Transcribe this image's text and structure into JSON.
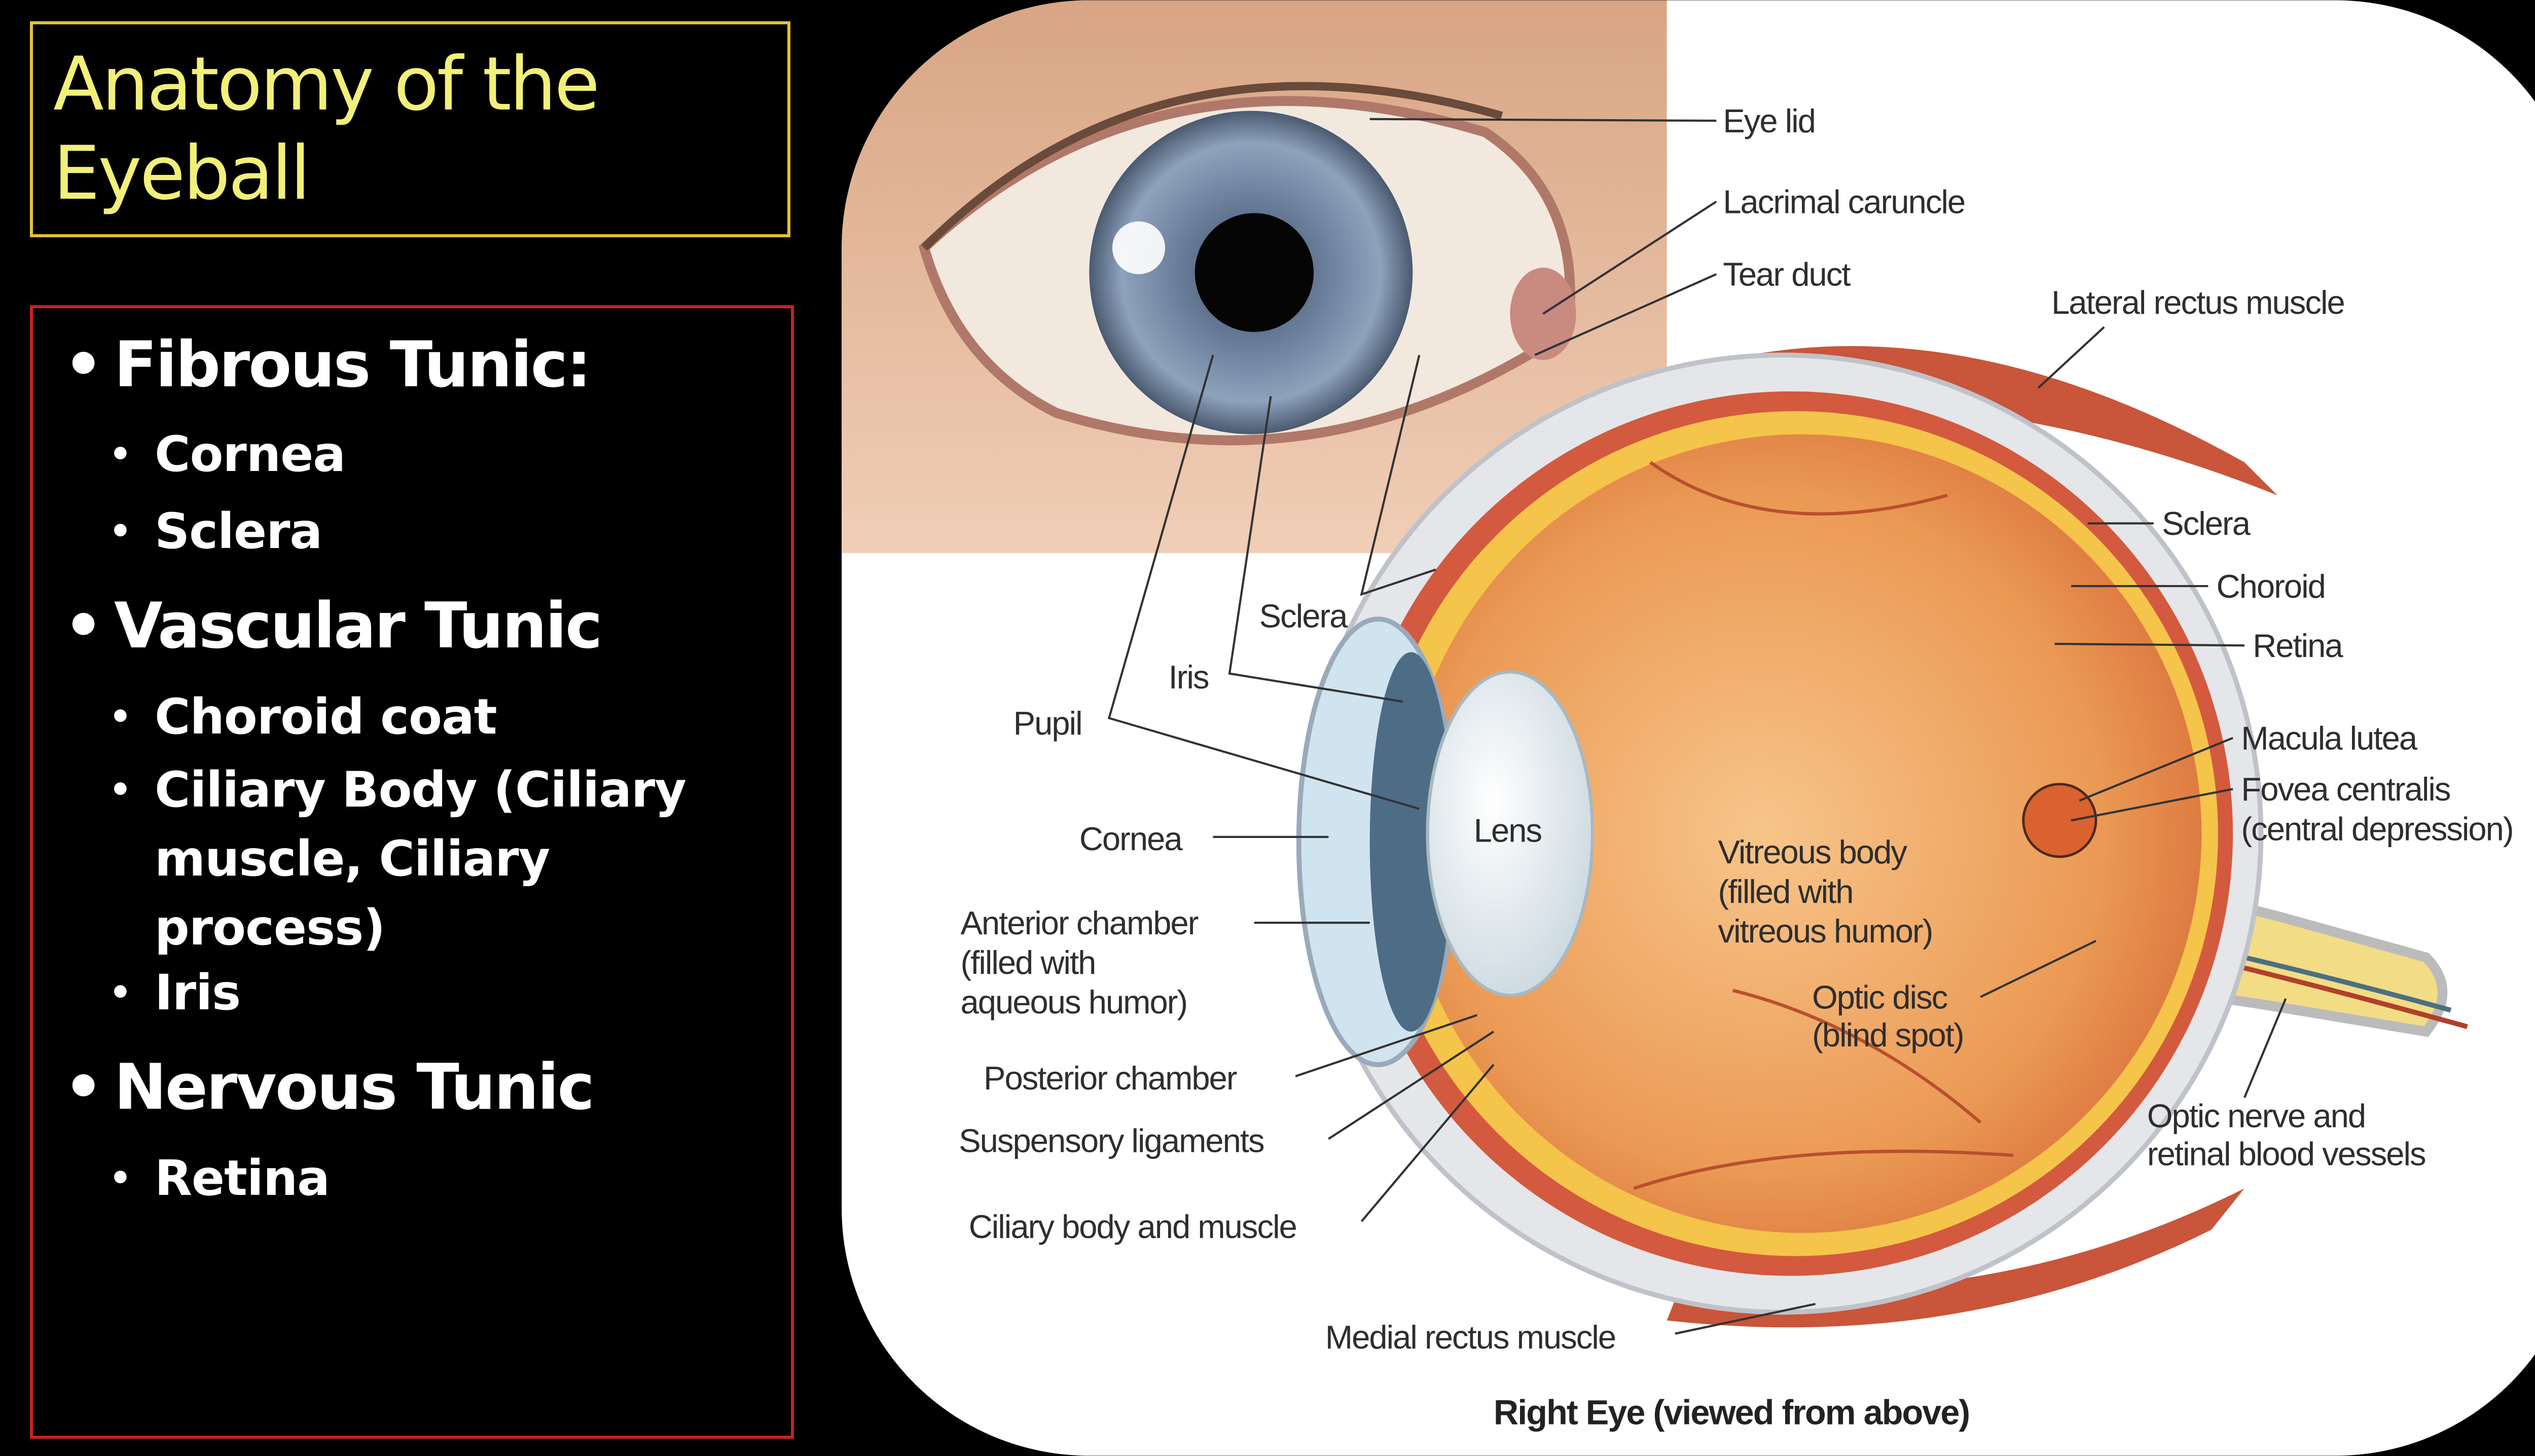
{
  "title": {
    "line1": "Anatomy of the",
    "line2": "Eyeball"
  },
  "outline": [
    {
      "heading": "Fibrous Tunic:",
      "items": [
        "Cornea",
        "Sclera"
      ]
    },
    {
      "heading": "Vascular Tunic",
      "items": [
        "Choroid coat",
        "Ciliary Body (Ciliary muscle, Ciliary process)",
        "Iris"
      ]
    },
    {
      "heading": "Nervous Tunic",
      "items": [
        "Retina"
      ]
    }
  ],
  "ciliary_lines": [
    "Ciliary Body (Ciliary",
    "muscle, Ciliary",
    "process)"
  ],
  "diagram": {
    "caption": "Right Eye (viewed from above)",
    "labels": {
      "eye_lid": "Eye lid",
      "lacrimal_caruncle": "Lacrimal caruncle",
      "tear_duct": "Tear duct",
      "lateral_rectus": "Lateral rectus muscle",
      "sclera_right": "Sclera",
      "choroid": "Choroid",
      "retina": "Retina",
      "macula_lutea": "Macula lutea",
      "fovea_1": "Fovea centralis",
      "fovea_2": "(central depression)",
      "sclera_left": "Sclera",
      "iris": "Iris",
      "pupil": "Pupil",
      "lens": "Lens",
      "cornea": "Cornea",
      "vitreous_1": "Vitreous body",
      "vitreous_2": "(filled with",
      "vitreous_3": "vitreous humor)",
      "anterior_1": "Anterior chamber",
      "anterior_2": "(filled with",
      "anterior_3": "aqueous humor)",
      "optic_disc_1": "Optic disc",
      "optic_disc_2": "(blind spot)",
      "posterior_chamber": "Posterior chamber",
      "optic_nerve_1": "Optic nerve and",
      "optic_nerve_2": "retinal blood vessels",
      "suspensory": "Suspensory ligaments",
      "ciliary_body": "Ciliary body and muscle",
      "medial_rectus": "Medial rectus muscle"
    }
  },
  "colors": {
    "title_border": "#e3c23c",
    "list_border": "#c8231f",
    "title_text": "#f2f07a"
  }
}
